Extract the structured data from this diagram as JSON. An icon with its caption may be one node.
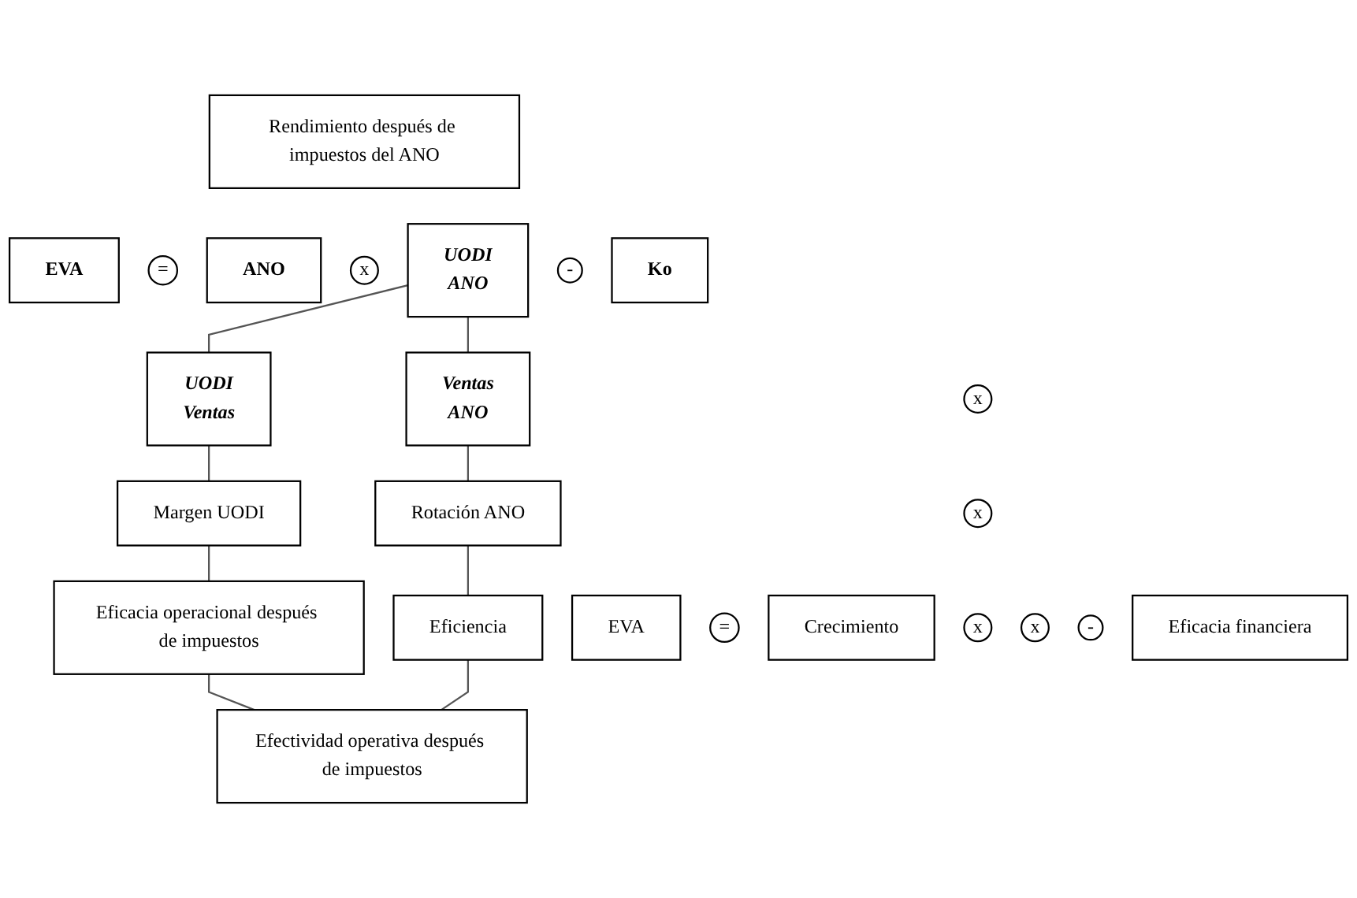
{
  "diagram": {
    "nodes": [
      {
        "text": [
          "Rendimiento después de impuestos del ANO"
        ]
      },
      {
        "text": [
          "EVA"
        ]
      },
      {
        "text": [
          "="
        ]
      },
      {
        "text": [
          "ANO"
        ]
      },
      {
        "text": [
          "x"
        ]
      },
      {
        "text": [
          "UODI",
          "ANO"
        ]
      },
      {
        "text": [
          "-"
        ]
      },
      {
        "text": [
          "Ko"
        ]
      },
      {
        "text": [
          "UODI",
          "Ventas"
        ]
      },
      {
        "text": [
          "x"
        ]
      },
      {
        "text": [
          "Ventas",
          "ANO"
        ]
      },
      {
        "text": [
          "Margen UODI"
        ]
      },
      {
        "text": [
          "x"
        ]
      },
      {
        "text": [
          "Rotación ANO"
        ]
      },
      {
        "text": [
          "EVA"
        ]
      },
      {
        "text": [
          "="
        ]
      },
      {
        "text": [
          "Crecimiento"
        ]
      },
      {
        "text": [
          "x"
        ]
      },
      {
        "text": [
          "Eficacia operacional después de impuestos"
        ]
      },
      {
        "text": [
          "x"
        ]
      },
      {
        "text": [
          "Eficiencia"
        ]
      },
      {
        "text": [
          "-"
        ]
      },
      {
        "text": [
          "Eficacia financiera"
        ]
      },
      {
        "text": [
          "Efectividad operativa después de impuestos"
        ]
      }
    ],
    "edges": [
      {
        "from": 5,
        "to": 8,
        "arrow": "none"
      },
      {
        "from": 5,
        "to": 10,
        "arrow": "none"
      },
      {
        "from": 8,
        "to": 11,
        "arrow": "none"
      },
      {
        "from": 10,
        "to": 13,
        "arrow": "none"
      },
      {
        "from": 11,
        "to": 18,
        "arrow": "none"
      },
      {
        "from": 13,
        "to": 20,
        "arrow": "none"
      },
      {
        "from": 18,
        "to": 23,
        "arrow": "none"
      },
      {
        "from": 20,
        "to": 23,
        "arrow": "none"
      }
    ]
  }
}
